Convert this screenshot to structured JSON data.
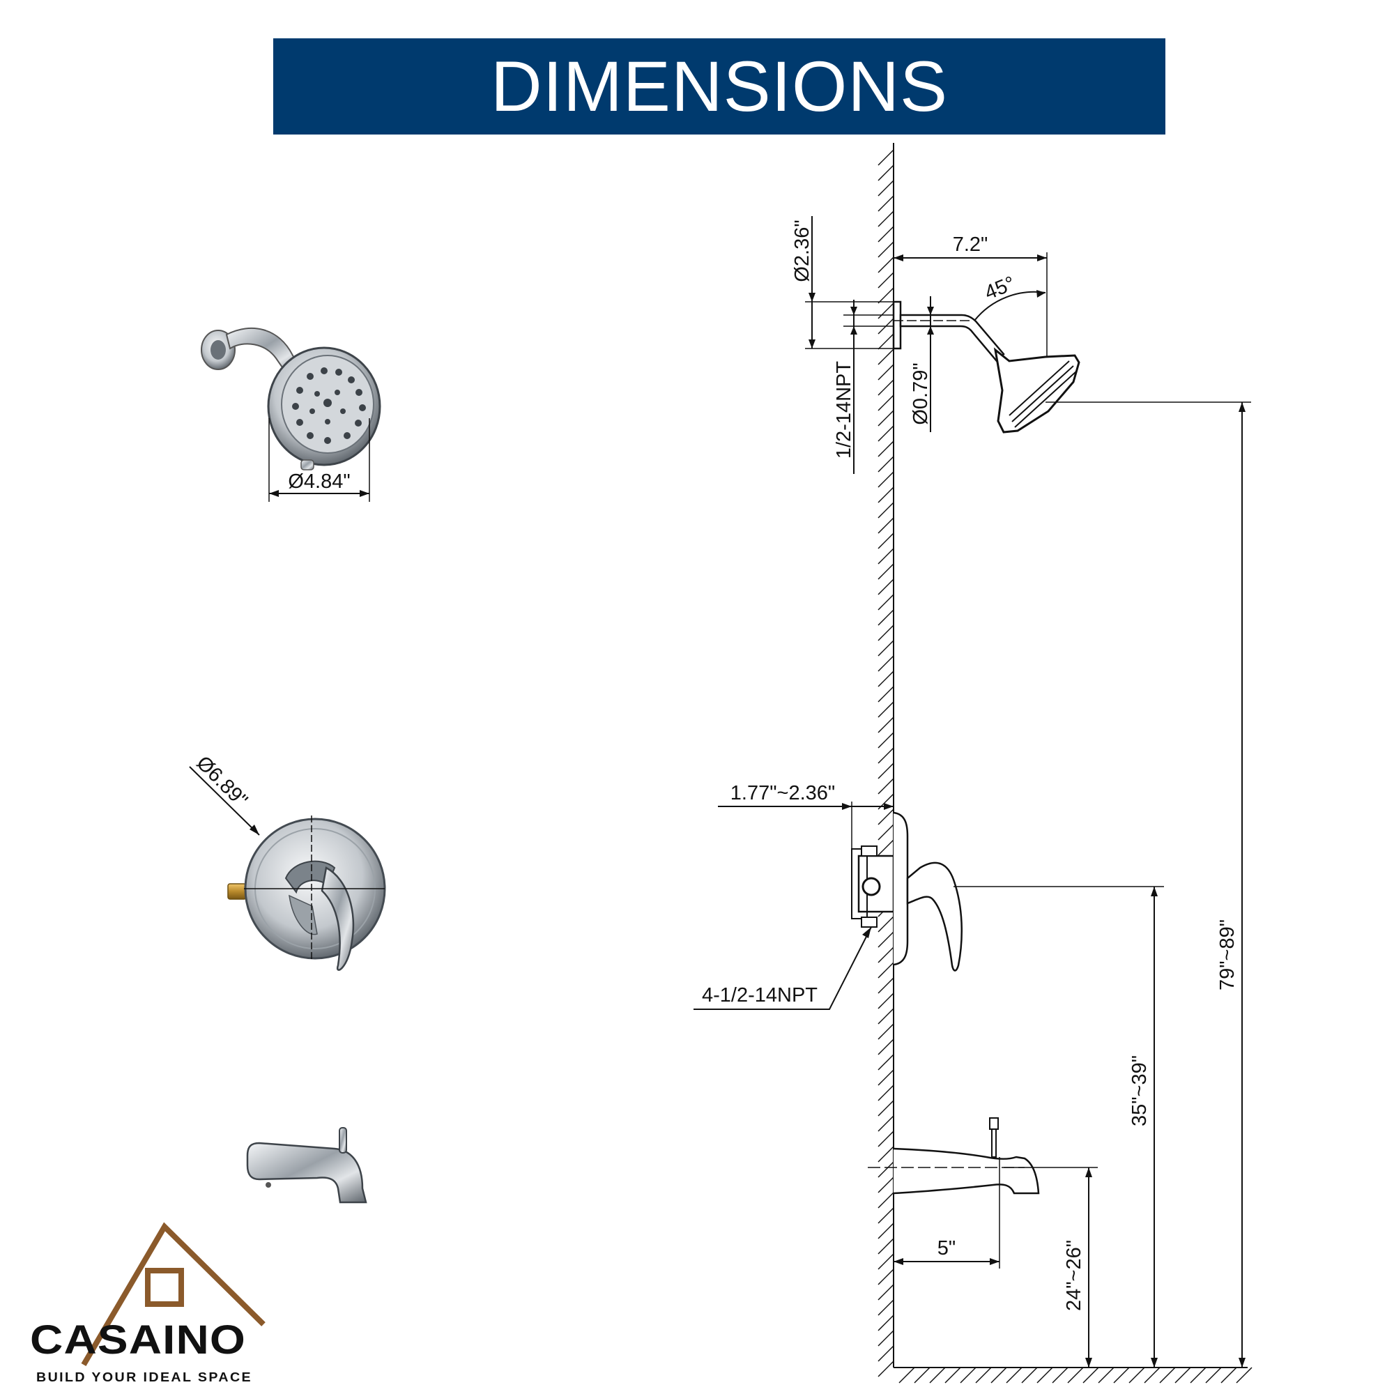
{
  "banner": {
    "title": "DIMENSIONS",
    "background": "#003a6e",
    "text_color": "#ffffff"
  },
  "product_photos": {
    "shower_head_diameter": "Ø4.84\"",
    "valve_trim_diameter": "Ø6.89\""
  },
  "dimensions": {
    "flange_diameter": "Ø2.36\"",
    "arm_reach": "7.2\"",
    "arm_angle": "45°",
    "arm_pipe_diameter": "Ø0.79\"",
    "arm_thread": "1/2-14NPT",
    "valve_depth": "1.77\"~2.36\"",
    "valve_ports": "4-1/2-14NPT",
    "spout_reach": "5\"",
    "spout_height": "24\"~26\"",
    "valve_height": "35\"~39\"",
    "shower_head_height": "79\"~89\""
  },
  "brand": {
    "logo_text": "CASAINO",
    "tagline": "BUILD YOUR IDEAL SPACE",
    "logo_color": "#8b5a2b"
  }
}
